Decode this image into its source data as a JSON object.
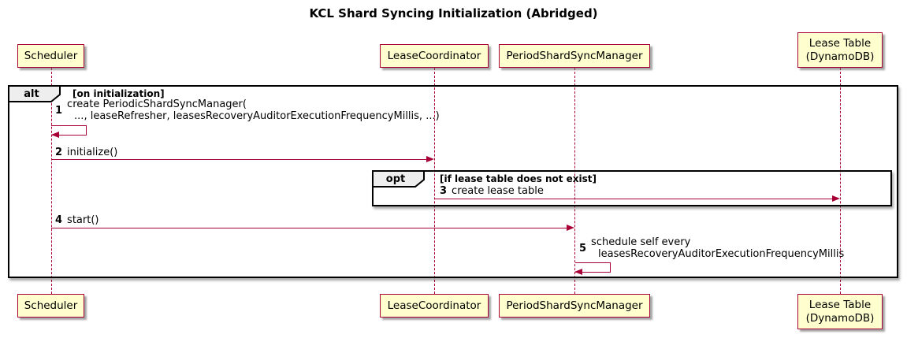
{
  "title": "KCL Shard Syncing Initialization (Abridged)",
  "colors": {
    "participant_fill": "#FEFECE",
    "participant_border": "#A80036",
    "arrow": "#A80036",
    "lifeline": "#A80036",
    "frame_border": "#000000",
    "frame_label_fill": "#EEEEEE",
    "text": "#000000"
  },
  "participants": [
    {
      "name": "Scheduler"
    },
    {
      "name": "LeaseCoordinator"
    },
    {
      "name": "PeriodShardSyncManager"
    },
    {
      "name": "Lease Table\n(DynamoDB)"
    }
  ],
  "frames": {
    "alt": {
      "operator": "alt",
      "guard": "[on initialization]"
    },
    "opt": {
      "operator": "opt",
      "guard": "[if lease table does not exist]"
    }
  },
  "messages": [
    {
      "num": "1",
      "line1": "create PeriodicShardSyncManager(",
      "line2": "..., leaseRefresher, leasesRecoveryAuditorExecutionFrequencyMillis, ...)",
      "kind": "self",
      "from": "Scheduler",
      "to": "Scheduler"
    },
    {
      "num": "2",
      "text": "initialize()",
      "kind": "arrow",
      "from": "Scheduler",
      "to": "LeaseCoordinator"
    },
    {
      "num": "3",
      "text": "create lease table",
      "kind": "arrow",
      "from": "LeaseCoordinator",
      "to": "Lease Table (DynamoDB)"
    },
    {
      "num": "4",
      "text": "start()",
      "kind": "arrow",
      "from": "Scheduler",
      "to": "PeriodShardSyncManager"
    },
    {
      "num": "5",
      "line1": "schedule self every",
      "line2": "leasesRecoveryAuditorExecutionFrequencyMillis",
      "kind": "self",
      "from": "PeriodShardSyncManager",
      "to": "PeriodShardSyncManager"
    }
  ]
}
